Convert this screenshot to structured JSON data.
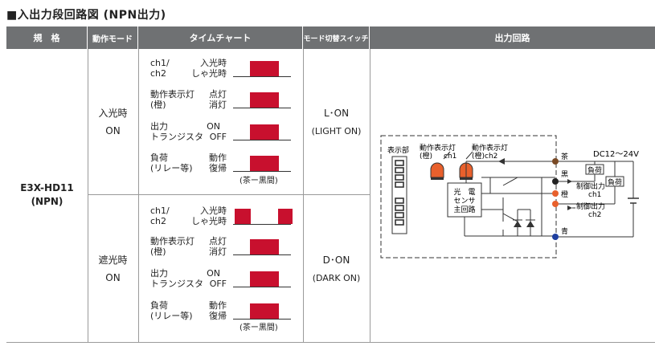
{
  "title": "■入出力段回路図 (NPN出力)",
  "headers": {
    "spec": "規　格",
    "mode": "動作モード",
    "timechart": "タイムチャート",
    "switch": "モード切替スイッチ",
    "circuit": "出力回路"
  },
  "model": {
    "name": "E3X-HD11",
    "type": "(NPN)"
  },
  "modes": [
    {
      "label1": "入光時",
      "label2": "ON",
      "switch1": "L･ON",
      "switch2": "(LIGHT ON)",
      "rows": [
        {
          "name1": "ch1/",
          "name2": "ch2",
          "s1": "入光時",
          "s2": "しゃ光時",
          "state": "on"
        },
        {
          "name1": "動作表示灯",
          "name2": "(橙)",
          "s1": "点灯",
          "s2": "消灯",
          "state": "on"
        },
        {
          "name1": "出力",
          "name2": "トランジスタ",
          "s1": "ON",
          "s2": "OFF",
          "state": "on"
        },
        {
          "name1": "負荷",
          "name2": "(リレー等)",
          "s1": "動作",
          "s2": "復帰",
          "state": "on"
        }
      ],
      "note": "(茶ー黒間)"
    },
    {
      "label1": "遮光時",
      "label2": "ON",
      "switch1": "D･ON",
      "switch2": "(DARK ON)",
      "rows": [
        {
          "name1": "ch1/",
          "name2": "ch2",
          "s1": "入光時",
          "s2": "しゃ光時",
          "state": "pulse"
        },
        {
          "name1": "動作表示灯",
          "name2": "(橙)",
          "s1": "点灯",
          "s2": "消灯",
          "state": "on"
        },
        {
          "name1": "出力",
          "name2": "トランジスタ",
          "s1": "ON",
          "s2": "OFF",
          "state": "on"
        },
        {
          "name1": "負荷",
          "name2": "(リレー等)",
          "s1": "動作",
          "s2": "復帰",
          "state": "on"
        }
      ],
      "note": "(茶ー黒間)"
    }
  ],
  "circuit": {
    "display": "表示部",
    "ind1a": "動作表示灯",
    "ind1b": "(橙)",
    "ind1c": "ch1",
    "ind2a": "動作表示灯",
    "ind2b": "(橙)ch2",
    "main1": "光　電",
    "main2": "センサ",
    "main3": "主回路",
    "brown": "茶",
    "black": "黒",
    "orange": "橙",
    "blue": "青",
    "supply": "DC12～24V",
    "load": "負荷",
    "out1a": "制御出力",
    "out1b": "ch1",
    "out2a": "制御出力",
    "out2b": "ch2"
  },
  "colors": {
    "accent": "#c8102e",
    "header": "#6f7173",
    "brown": "#7a4a25",
    "black": "#222222",
    "orange": "#e8602c",
    "blue": "#1f3f9f"
  }
}
